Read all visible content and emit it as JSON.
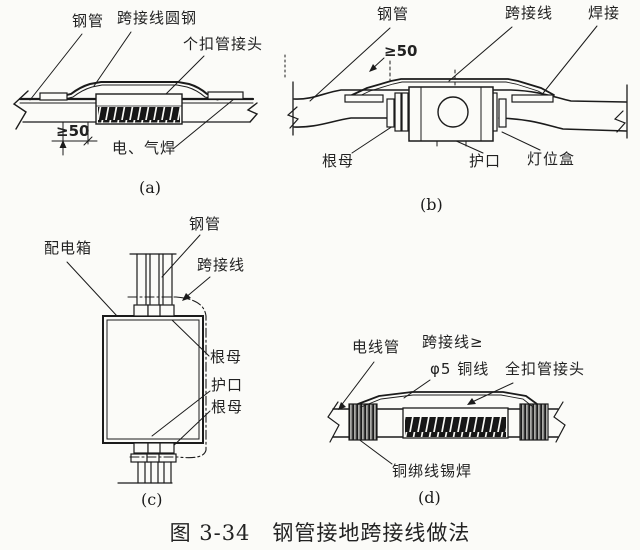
{
  "figure": {
    "caption_number": "图 3-34",
    "caption_title": "钢管接地跨接线做法"
  },
  "panels": {
    "a": {
      "tag": "(a)",
      "label_steel_pipe": "钢管",
      "label_jumper_round_steel": "跨接线圆钢",
      "label_coupling": "个扣管接头",
      "label_dimension": "≥50",
      "label_weld": "电、气焊"
    },
    "b": {
      "tag": "(b)",
      "label_steel_pipe": "钢管",
      "label_dimension": "≥50",
      "label_jumper": "跨接线",
      "label_weld": "焊接",
      "label_locknut": "根母",
      "label_bushing": "护口",
      "label_lamp_box": "灯位盒"
    },
    "c": {
      "tag": "(c)",
      "label_distribution_box": "配电箱",
      "label_steel_pipe": "钢管",
      "label_jumper": "跨接线",
      "label_locknut_top": "根母",
      "label_bushing": "护口",
      "label_locknut_bottom": "根母"
    },
    "d": {
      "tag": "(d)",
      "label_conduit": "电线管",
      "label_jumper": "跨接线≥",
      "label_copper_wire": "φ5 铜线",
      "label_coupling": "全扣管接头",
      "label_solder": "铜绑线锡焊"
    }
  }
}
